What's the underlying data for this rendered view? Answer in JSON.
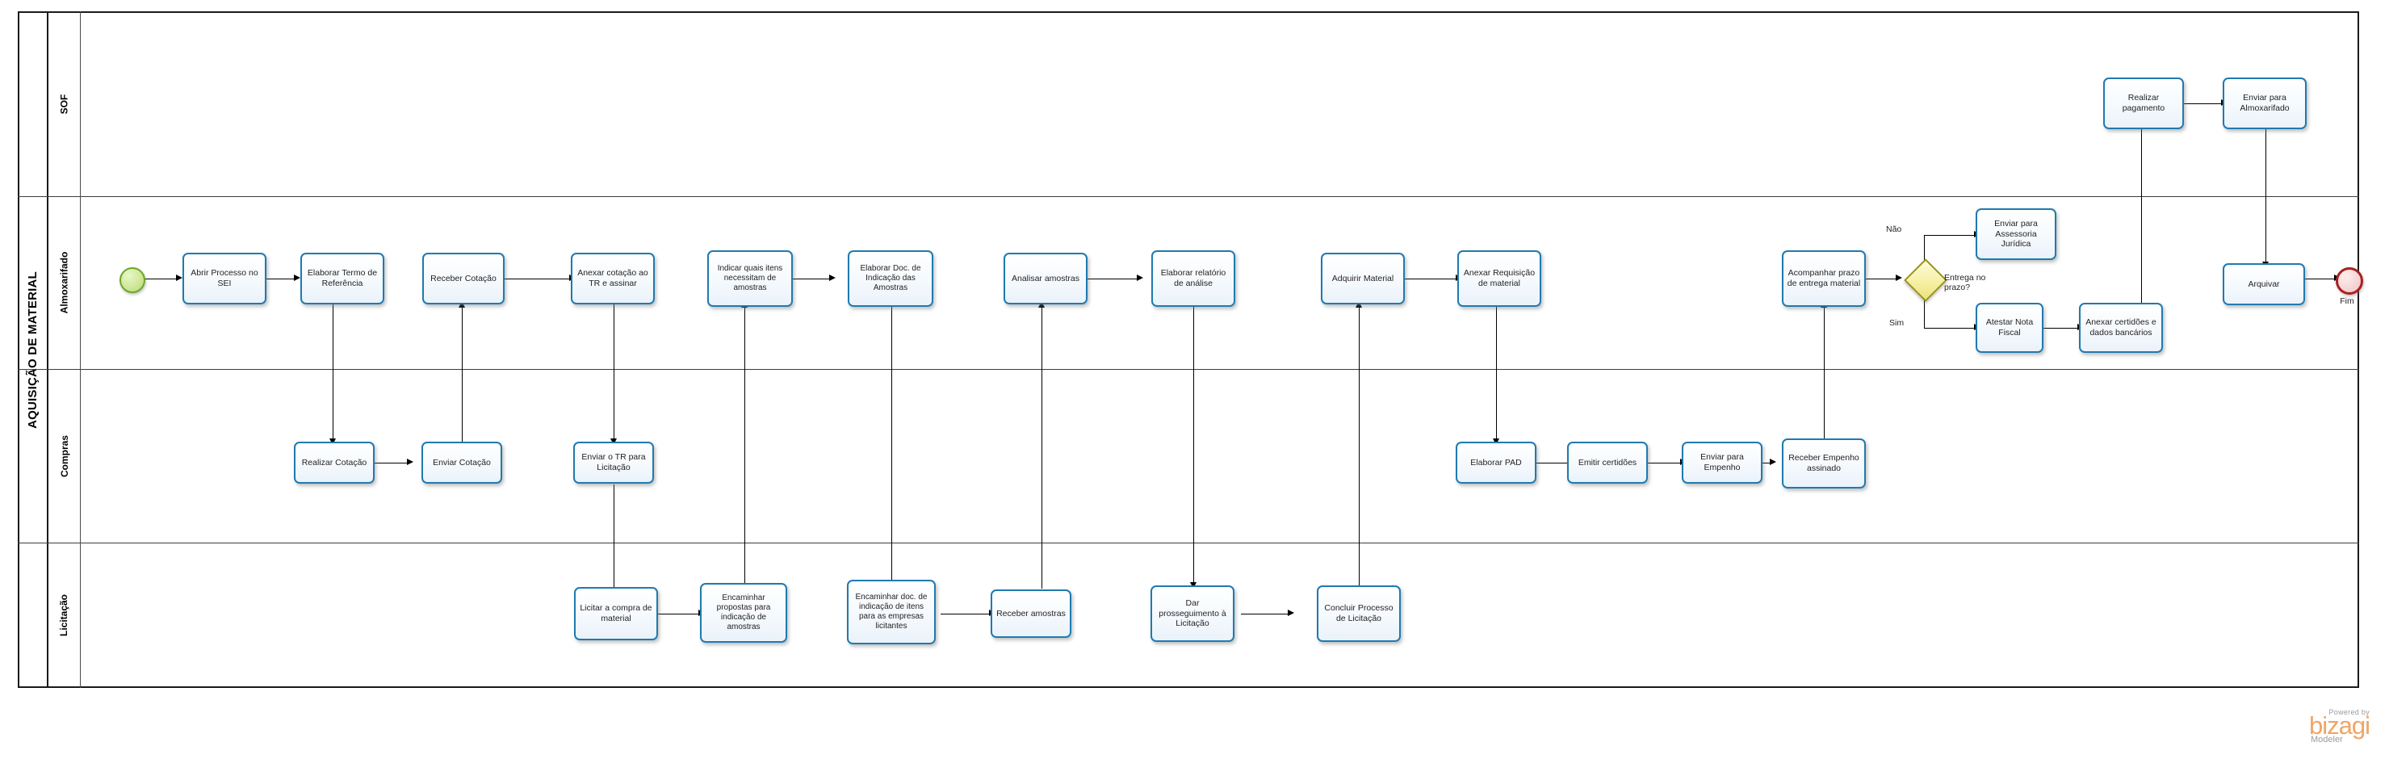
{
  "pool": {
    "title": "AQUISIÇÃO DE MATERIAL"
  },
  "lanes": [
    {
      "id": "sof",
      "label": "SOF"
    },
    {
      "id": "almoxarifado",
      "label": "Almoxarifado"
    },
    {
      "id": "compras",
      "label": "Compras"
    },
    {
      "id": "licitacao",
      "label": "Licitação"
    }
  ],
  "events": {
    "start": {
      "name": "start-event",
      "label": ""
    },
    "end": {
      "name": "end-event",
      "label": "Fim"
    }
  },
  "gateway": {
    "label": "Entrega no prazo?",
    "branch_no": "Não",
    "branch_yes": "Sim"
  },
  "tasks": {
    "sof": [
      {
        "id": "realizar-pagamento",
        "label": "Realizar pagamento"
      },
      {
        "id": "enviar-almoxarifado",
        "label": "Enviar para Almoxarifado"
      }
    ],
    "almoxarifado": [
      {
        "id": "abrir-processo-sei",
        "label": "Abrir Processo no SEI"
      },
      {
        "id": "elaborar-termo-referencia",
        "label": "Elaborar Termo de Referência"
      },
      {
        "id": "receber-cotacao",
        "label": "Receber Cotação"
      },
      {
        "id": "anexar-cotacao-tr",
        "label": "Anexar cotação ao TR e assinar"
      },
      {
        "id": "indicar-itens-amostras",
        "label": "Indicar quais itens necessitam de amostras"
      },
      {
        "id": "elaborar-doc-indicacao",
        "label": "Elaborar Doc. de Indicação das Amostras"
      },
      {
        "id": "analisar-amostras",
        "label": "Analisar amostras"
      },
      {
        "id": "elaborar-relatorio",
        "label": "Elaborar relatório de análise"
      },
      {
        "id": "adquirir-material",
        "label": "Adquirir Material"
      },
      {
        "id": "anexar-requisicao",
        "label": "Anexar Requisição de material"
      },
      {
        "id": "acompanhar-prazo",
        "label": "Acompanhar prazo de entrega material"
      },
      {
        "id": "enviar-assessoria",
        "label": "Enviar para Assessoria Jurídica"
      },
      {
        "id": "atestar-nota-fiscal",
        "label": "Atestar Nota Fiscal"
      },
      {
        "id": "anexar-certidoes",
        "label": "Anexar certidões e dados bancários"
      },
      {
        "id": "arquivar",
        "label": "Arquivar"
      }
    ],
    "compras": [
      {
        "id": "realizar-cotacao",
        "label": "Realizar Cotação"
      },
      {
        "id": "enviar-cotacao",
        "label": "Enviar Cotação"
      },
      {
        "id": "enviar-tr-licitacao",
        "label": "Enviar o TR para Licitação"
      },
      {
        "id": "elaborar-pad",
        "label": "Elaborar PAD"
      },
      {
        "id": "emitir-certidoes",
        "label": "Emitir certidões"
      },
      {
        "id": "enviar-empenho",
        "label": "Enviar para Empenho"
      },
      {
        "id": "receber-empenho",
        "label": "Receber Empenho assinado"
      }
    ],
    "licitacao": [
      {
        "id": "licitar-compra",
        "label": "Licitar a compra de material"
      },
      {
        "id": "encaminhar-propostas",
        "label": "Encaminhar propostas para indicação de amostras"
      },
      {
        "id": "encaminhar-doc-indicacao",
        "label": "Encaminhar doc. de indicação de itens para as empresas licitantes"
      },
      {
        "id": "receber-amostras",
        "label": "Receber amostras"
      },
      {
        "id": "dar-prosseguimento",
        "label": "Dar prosseguimento à Licitação"
      },
      {
        "id": "concluir-processo",
        "label": "Concluir Processo de Licitação"
      }
    ]
  },
  "watermark": {
    "powered_by": "Powered by",
    "brand": "bizagi",
    "product": "Modeler"
  },
  "colors": {
    "task_border": "#1f7ab0",
    "start_border": "#6fa52b",
    "end_border": "#a81f21",
    "gateway_fill": "#f5efa0",
    "brand_orange": "#f0a565"
  }
}
